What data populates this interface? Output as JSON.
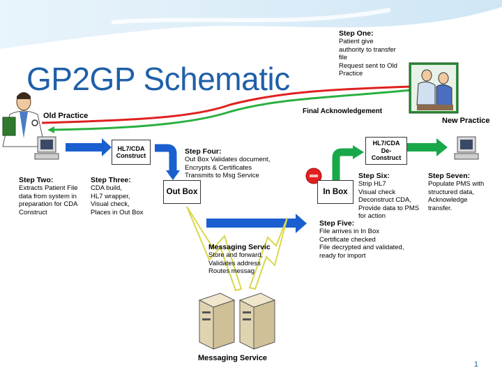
{
  "title": "GP2GP Schematic",
  "labels": {
    "old_practice": "Old Practice",
    "new_practice": "New Practice",
    "final_ack": "Final Acknowledgement",
    "messaging_service": "Messaging Service",
    "out_box": "Out Box",
    "in_box": "In Box",
    "hl7_construct": "HL7/CDA Construct",
    "hl7_deconstruct": "HL7/CDA De-Construct"
  },
  "steps": {
    "one": {
      "heading": "Step One:",
      "lines": [
        "Patient give",
        "authority to transfer",
        "file",
        "Request sent to Old",
        "Practice"
      ]
    },
    "two": {
      "heading": "Step Two:",
      "lines": [
        "Extracts Patient File",
        "data from system in",
        "preparation for CDA",
        "Construct"
      ]
    },
    "three": {
      "heading": "Step Three:",
      "lines": [
        "CDA build,",
        "HL7 wrapper,",
        "Visual check,",
        "Places in Out Box"
      ]
    },
    "four": {
      "heading": "Step Four:",
      "lines": [
        "Out Box Validates document,",
        "Encrypts & Certificates",
        "Transmits to Msg Service"
      ]
    },
    "five": {
      "heading": "Step Five:",
      "lines": [
        "File arrives in In Box",
        "Certificate checked",
        "File decrypted and validated,",
        "ready for import"
      ]
    },
    "six": {
      "heading": "Step Six:",
      "lines": [
        "Strip HL7",
        "Visual check",
        "Deconstruct CDA,",
        "Provide data to PMS",
        "for action"
      ]
    },
    "seven": {
      "heading": "Step Seven:",
      "lines": [
        "Populate PMS with",
        "structured data,",
        "Acknowledge",
        "transfer."
      ]
    },
    "msg": {
      "heading": "Messaging Servic",
      "lines": [
        "Store and forward,",
        "Validates address",
        "Routes messag"
      ]
    }
  },
  "page_number": "1",
  "colors": {
    "title": "#1f5fa8",
    "arrow_blue": "#1a5fd0",
    "arrow_green": "#18a84a",
    "red_line": "#e02020",
    "green_line": "#2ab040"
  },
  "icons": [
    "doctor-icon",
    "computer-icon",
    "medical-team-icon",
    "server-icon",
    "lightning-icon",
    "stop-badge-icon"
  ]
}
